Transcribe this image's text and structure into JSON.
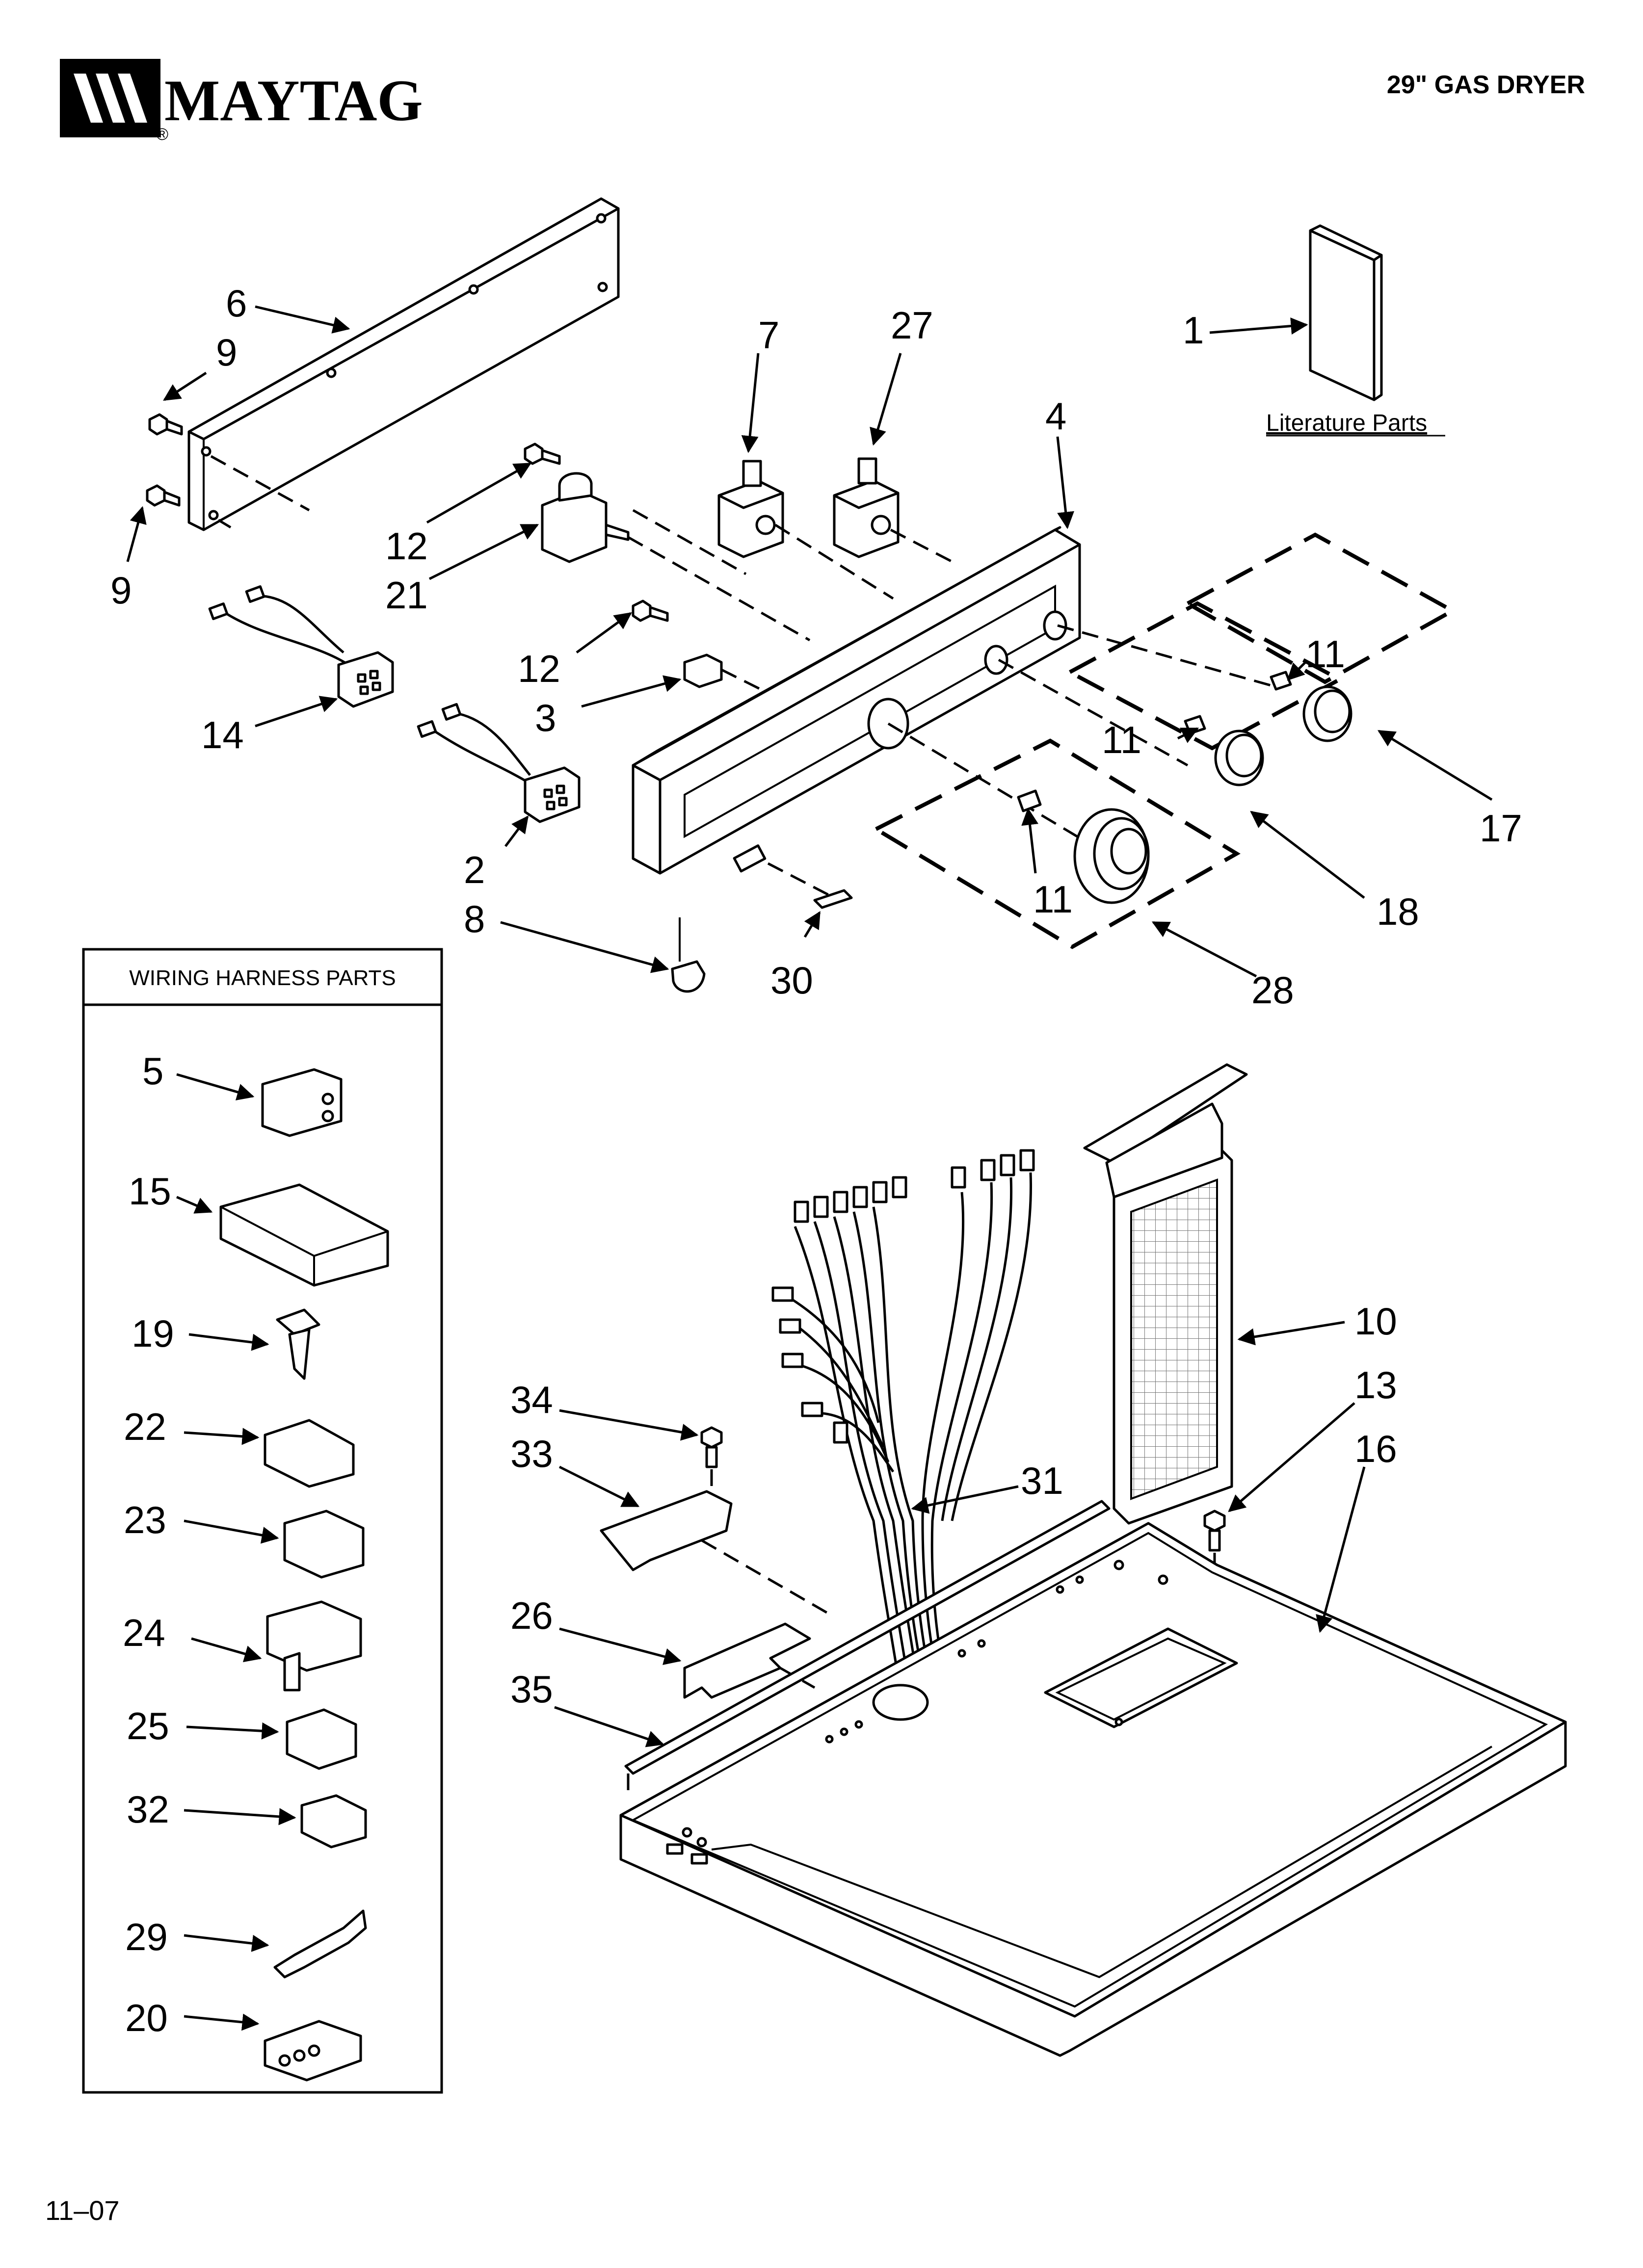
{
  "header": {
    "brand": "MAYTAG",
    "brand_mark": "®",
    "model_title": "29\" GAS DRYER"
  },
  "footer": {
    "date_code": "11–07"
  },
  "literature": {
    "label": "Literature Parts"
  },
  "harness_box": {
    "title": "WIRING HARNESS PARTS"
  },
  "callouts": {
    "c1": "1",
    "c2": "2",
    "c3": "3",
    "c4": "4",
    "c5": "5",
    "c6": "6",
    "c7": "7",
    "c8": "8",
    "c9a": "9",
    "c9b": "9",
    "c10": "10",
    "c11a": "11",
    "c11b": "11",
    "c11c": "11",
    "c12a": "12",
    "c12b": "12",
    "c13": "13",
    "c14": "14",
    "c15": "15",
    "c16": "16",
    "c17": "17",
    "c18": "18",
    "c19": "19",
    "c20": "20",
    "c21": "21",
    "c22": "22",
    "c23": "23",
    "c24": "24",
    "c25": "25",
    "c26": "26",
    "c27": "27",
    "c28": "28",
    "c29": "29",
    "c30": "30",
    "c31": "31",
    "c32": "32",
    "c33": "33",
    "c34": "34",
    "c35": "35"
  }
}
